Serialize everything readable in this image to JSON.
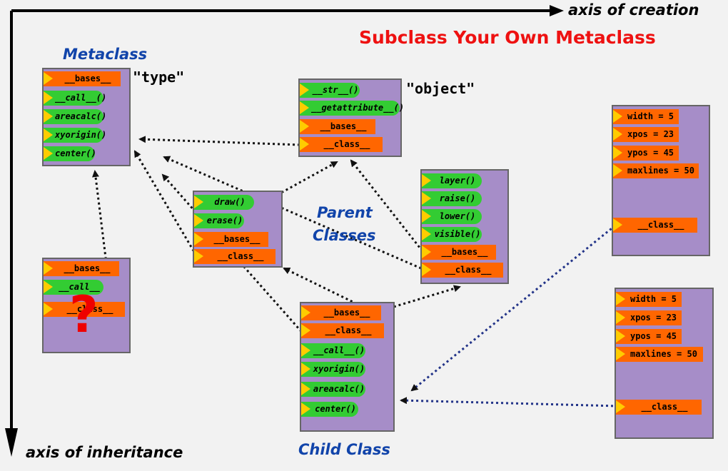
{
  "title": "Subclass Your Own Metaclass",
  "axes": {
    "creation_label": "axis of creation",
    "inheritance_label": "axis of inheritance"
  },
  "labels": {
    "metaclass": "Metaclass",
    "type_quote": "\"type\"",
    "object_quote": "\"object\"",
    "parent_line1": "Parent",
    "parent_line2": "Classes",
    "child": "Child Class",
    "question_mark": "?"
  },
  "boxes": {
    "type": [
      "__bases__",
      "__call__()",
      "areacalc()",
      "xyorigin()",
      "center()"
    ],
    "object": [
      "__str__()",
      "__getattribute__()",
      "__bases__",
      "__class__"
    ],
    "parent1": [
      "draw()",
      "erase()",
      "__bases__",
      "__class__"
    ],
    "parent2": [
      "layer()",
      "raise()",
      "lower()",
      "visible()",
      "__bases__",
      "__class__"
    ],
    "custom_meta": [
      "__bases__",
      "__call__",
      "__class__"
    ],
    "child": [
      "__bases__",
      "__class__",
      "__call__()",
      "xyorigin()",
      "areacalc()",
      "center()"
    ],
    "instance1": [
      "width = 5",
      "xpos = 23",
      "ypos = 45",
      "maxlines = 50",
      "__class__"
    ],
    "instance2": [
      "width = 5",
      "xpos = 23",
      "ypos = 45",
      "maxlines = 50",
      "__class__"
    ]
  },
  "colors": {
    "title": "#ee1111",
    "label_blue": "#1144aa",
    "box_fill": "#a68dc8",
    "attr_bar": "#ff6600",
    "method_bar": "#33cc33",
    "marker": "#ffcc00",
    "arrow_black": "#111111",
    "arrow_blue": "#223388"
  }
}
